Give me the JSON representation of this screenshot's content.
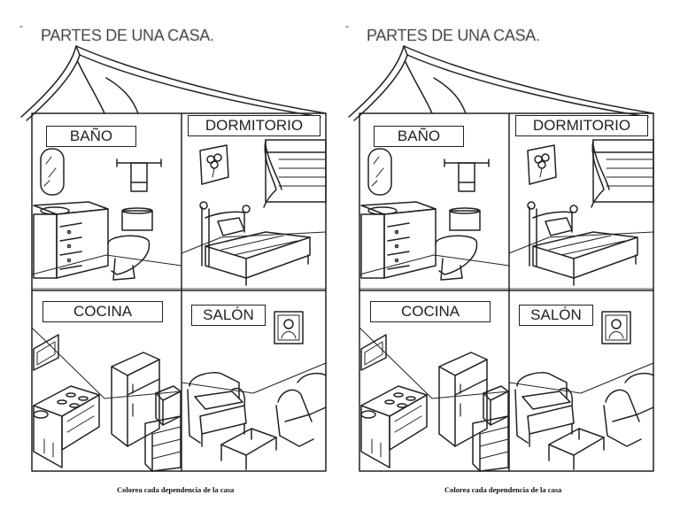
{
  "worksheets": [
    {
      "dash": "-",
      "title": "PARTES DE UNA CASA.",
      "rooms": {
        "bathroom": "BAÑO",
        "bedroom": "DORMITORIO",
        "kitchen": "COCINA",
        "living_room": "SALÓN"
      },
      "caption": "Colorea cada dependencia de la casa"
    },
    {
      "dash": "-",
      "title": "PARTES DE UNA CASA.",
      "rooms": {
        "bathroom": "BAÑO",
        "bedroom": "DORMITORIO",
        "kitchen": "COCINA",
        "living_room": "SALÓN"
      },
      "caption": "Colorea cada dependencia de la casa"
    }
  ],
  "icons": [
    "house-outline",
    "roof",
    "mirror",
    "sink",
    "towel-rack",
    "toilet",
    "picture-frame",
    "window-curtain",
    "bed",
    "kitchen-window",
    "stove",
    "fridge",
    "microwave",
    "sofa",
    "armchair",
    "coffee-table",
    "wall-portrait"
  ]
}
